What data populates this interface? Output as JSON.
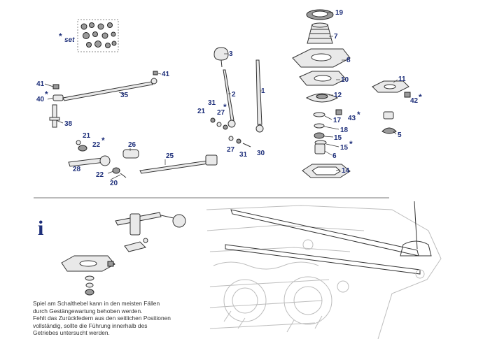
{
  "set_label": {
    "asterisk": "*",
    "word": "set"
  },
  "parts": [
    {
      "id": "p19",
      "number": "19"
    },
    {
      "id": "p7",
      "number": "7"
    },
    {
      "id": "p8",
      "number": "8"
    },
    {
      "id": "p10",
      "number": "10"
    },
    {
      "id": "p12",
      "number": "12"
    },
    {
      "id": "p17",
      "number": "17"
    },
    {
      "id": "p43",
      "number": "43",
      "asterisk": "*"
    },
    {
      "id": "p18",
      "number": "18"
    },
    {
      "id": "p15a",
      "number": "15"
    },
    {
      "id": "p15b",
      "number": "15",
      "asterisk": "*"
    },
    {
      "id": "p6",
      "number": "6"
    },
    {
      "id": "p14",
      "number": "14"
    },
    {
      "id": "p11",
      "number": "11"
    },
    {
      "id": "p42",
      "number": "42",
      "asterisk": "*"
    },
    {
      "id": "p5",
      "number": "5"
    },
    {
      "id": "p3",
      "number": "3"
    },
    {
      "id": "p1",
      "number": "1"
    },
    {
      "id": "p2",
      "number": "2"
    },
    {
      "id": "p31a",
      "number": "31"
    },
    {
      "id": "p21a",
      "number": "21"
    },
    {
      "id": "p27a",
      "number": "27",
      "asterisk": "*"
    },
    {
      "id": "p27b",
      "number": "27"
    },
    {
      "id": "p31b",
      "number": "31"
    },
    {
      "id": "p30",
      "number": "30"
    },
    {
      "id": "p41a",
      "number": "41"
    },
    {
      "id": "p41b",
      "number": "41"
    },
    {
      "id": "p40",
      "number": "40",
      "asterisk": "*"
    },
    {
      "id": "p35",
      "number": "35"
    },
    {
      "id": "p38",
      "number": "38"
    },
    {
      "id": "p21b",
      "number": "21"
    },
    {
      "id": "p22a",
      "number": "22",
      "asterisk": "*"
    },
    {
      "id": "p26",
      "number": "26"
    },
    {
      "id": "p25",
      "number": "25"
    },
    {
      "id": "p28",
      "number": "28"
    },
    {
      "id": "p22b",
      "number": "22"
    },
    {
      "id": "p20",
      "number": "20"
    }
  ],
  "info": {
    "icon": "i",
    "lines": [
      "Spiel am Schalthebel kann in den meisten Fällen",
      "durch Gestängewartung behoben werden.",
      "Fehlt das Zurückfedern aus den seitlichen Positionen",
      "vollständig, sollte die Führung innerhalb des",
      "Getriebes untersucht werden."
    ]
  },
  "colors": {
    "label": "#1e2f7a",
    "line": "#333333",
    "part_fill": "#e9e9e9",
    "ghost": "#bdbdbd"
  }
}
